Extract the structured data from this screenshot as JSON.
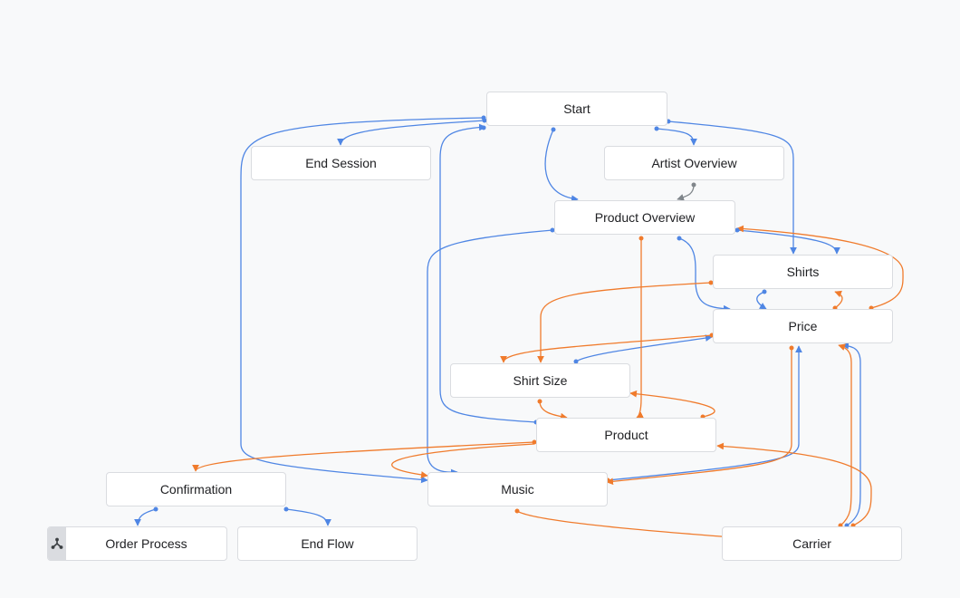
{
  "nodes": {
    "start": "Start",
    "end_session": "End Session",
    "artist_overview": "Artist Overview",
    "product_overview": "Product Overview",
    "shirts": "Shirts",
    "price": "Price",
    "shirt_size": "Shirt Size",
    "product": "Product",
    "confirmation": "Confirmation",
    "music": "Music",
    "order_process": "Order Process",
    "end_flow": "End Flow",
    "carrier": "Carrier"
  },
  "colors": {
    "blue": "#4f86e4",
    "orange": "#f07b2c",
    "gray": "#80868b",
    "node_border": "#dadce0",
    "background": "#f8f9fa"
  },
  "icons": {
    "order_process": "flow-branch-icon"
  }
}
